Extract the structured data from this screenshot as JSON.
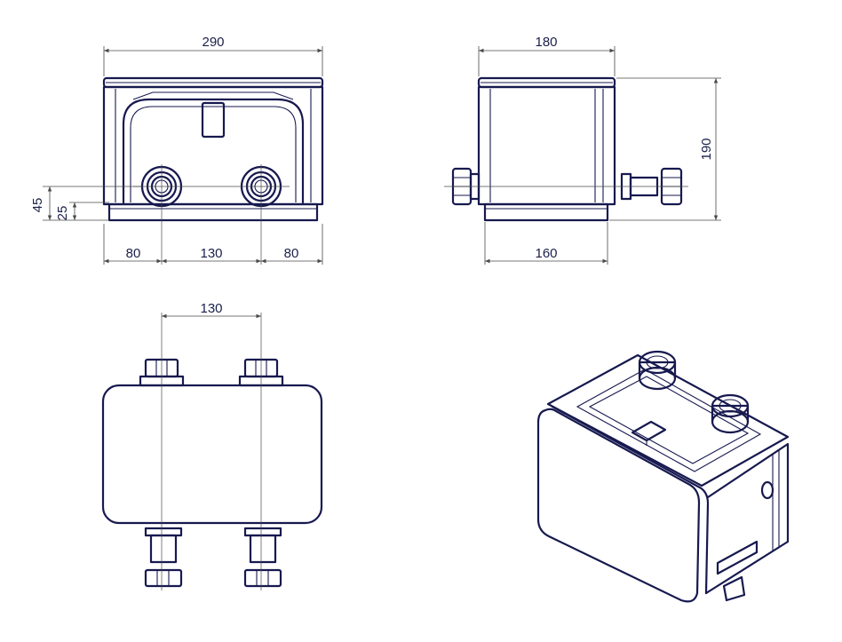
{
  "drawing": {
    "front_view": {
      "overall_width": "290",
      "left_offset": "80",
      "center_spacing": "130",
      "right_offset": "80",
      "height_upper_outlet": "45",
      "height_lower_outlet": "25"
    },
    "side_view": {
      "top_width": "180",
      "height": "190",
      "base_width": "160"
    },
    "top_view": {
      "center_spacing": "130"
    }
  },
  "colors": {
    "line": "#17194f",
    "dimension": "#4a4a4a",
    "background": "#ffffff"
  }
}
